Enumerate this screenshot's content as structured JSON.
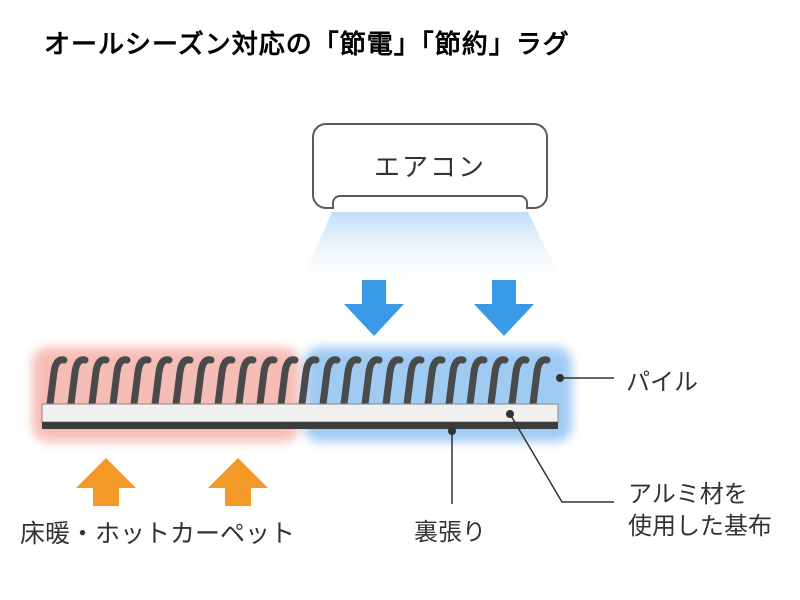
{
  "title": "オールシーズン対応の「節電」「節約」ラグ",
  "aircon": {
    "label": "エアコン"
  },
  "labels": {
    "pile": "パイル",
    "aluminum_line1": "アルミ材を",
    "aluminum_line2": "使用した基布",
    "backing": "裏張り",
    "floor_heating": "床暖・ホットカーペット"
  },
  "icons": {
    "cool_arrows": "down-arrow-icon",
    "heat_arrows": "up-arrow-icon"
  },
  "colors": {
    "cool_zone": "#8fc3f2",
    "warm_zone": "#f4a8a0",
    "cool_arrow": "#3a9ae8",
    "heat_arrow": "#f49a28",
    "pile": "#4a4a4a",
    "base_fabric": "#f0f0f0",
    "backing": "#3c3c3c"
  }
}
